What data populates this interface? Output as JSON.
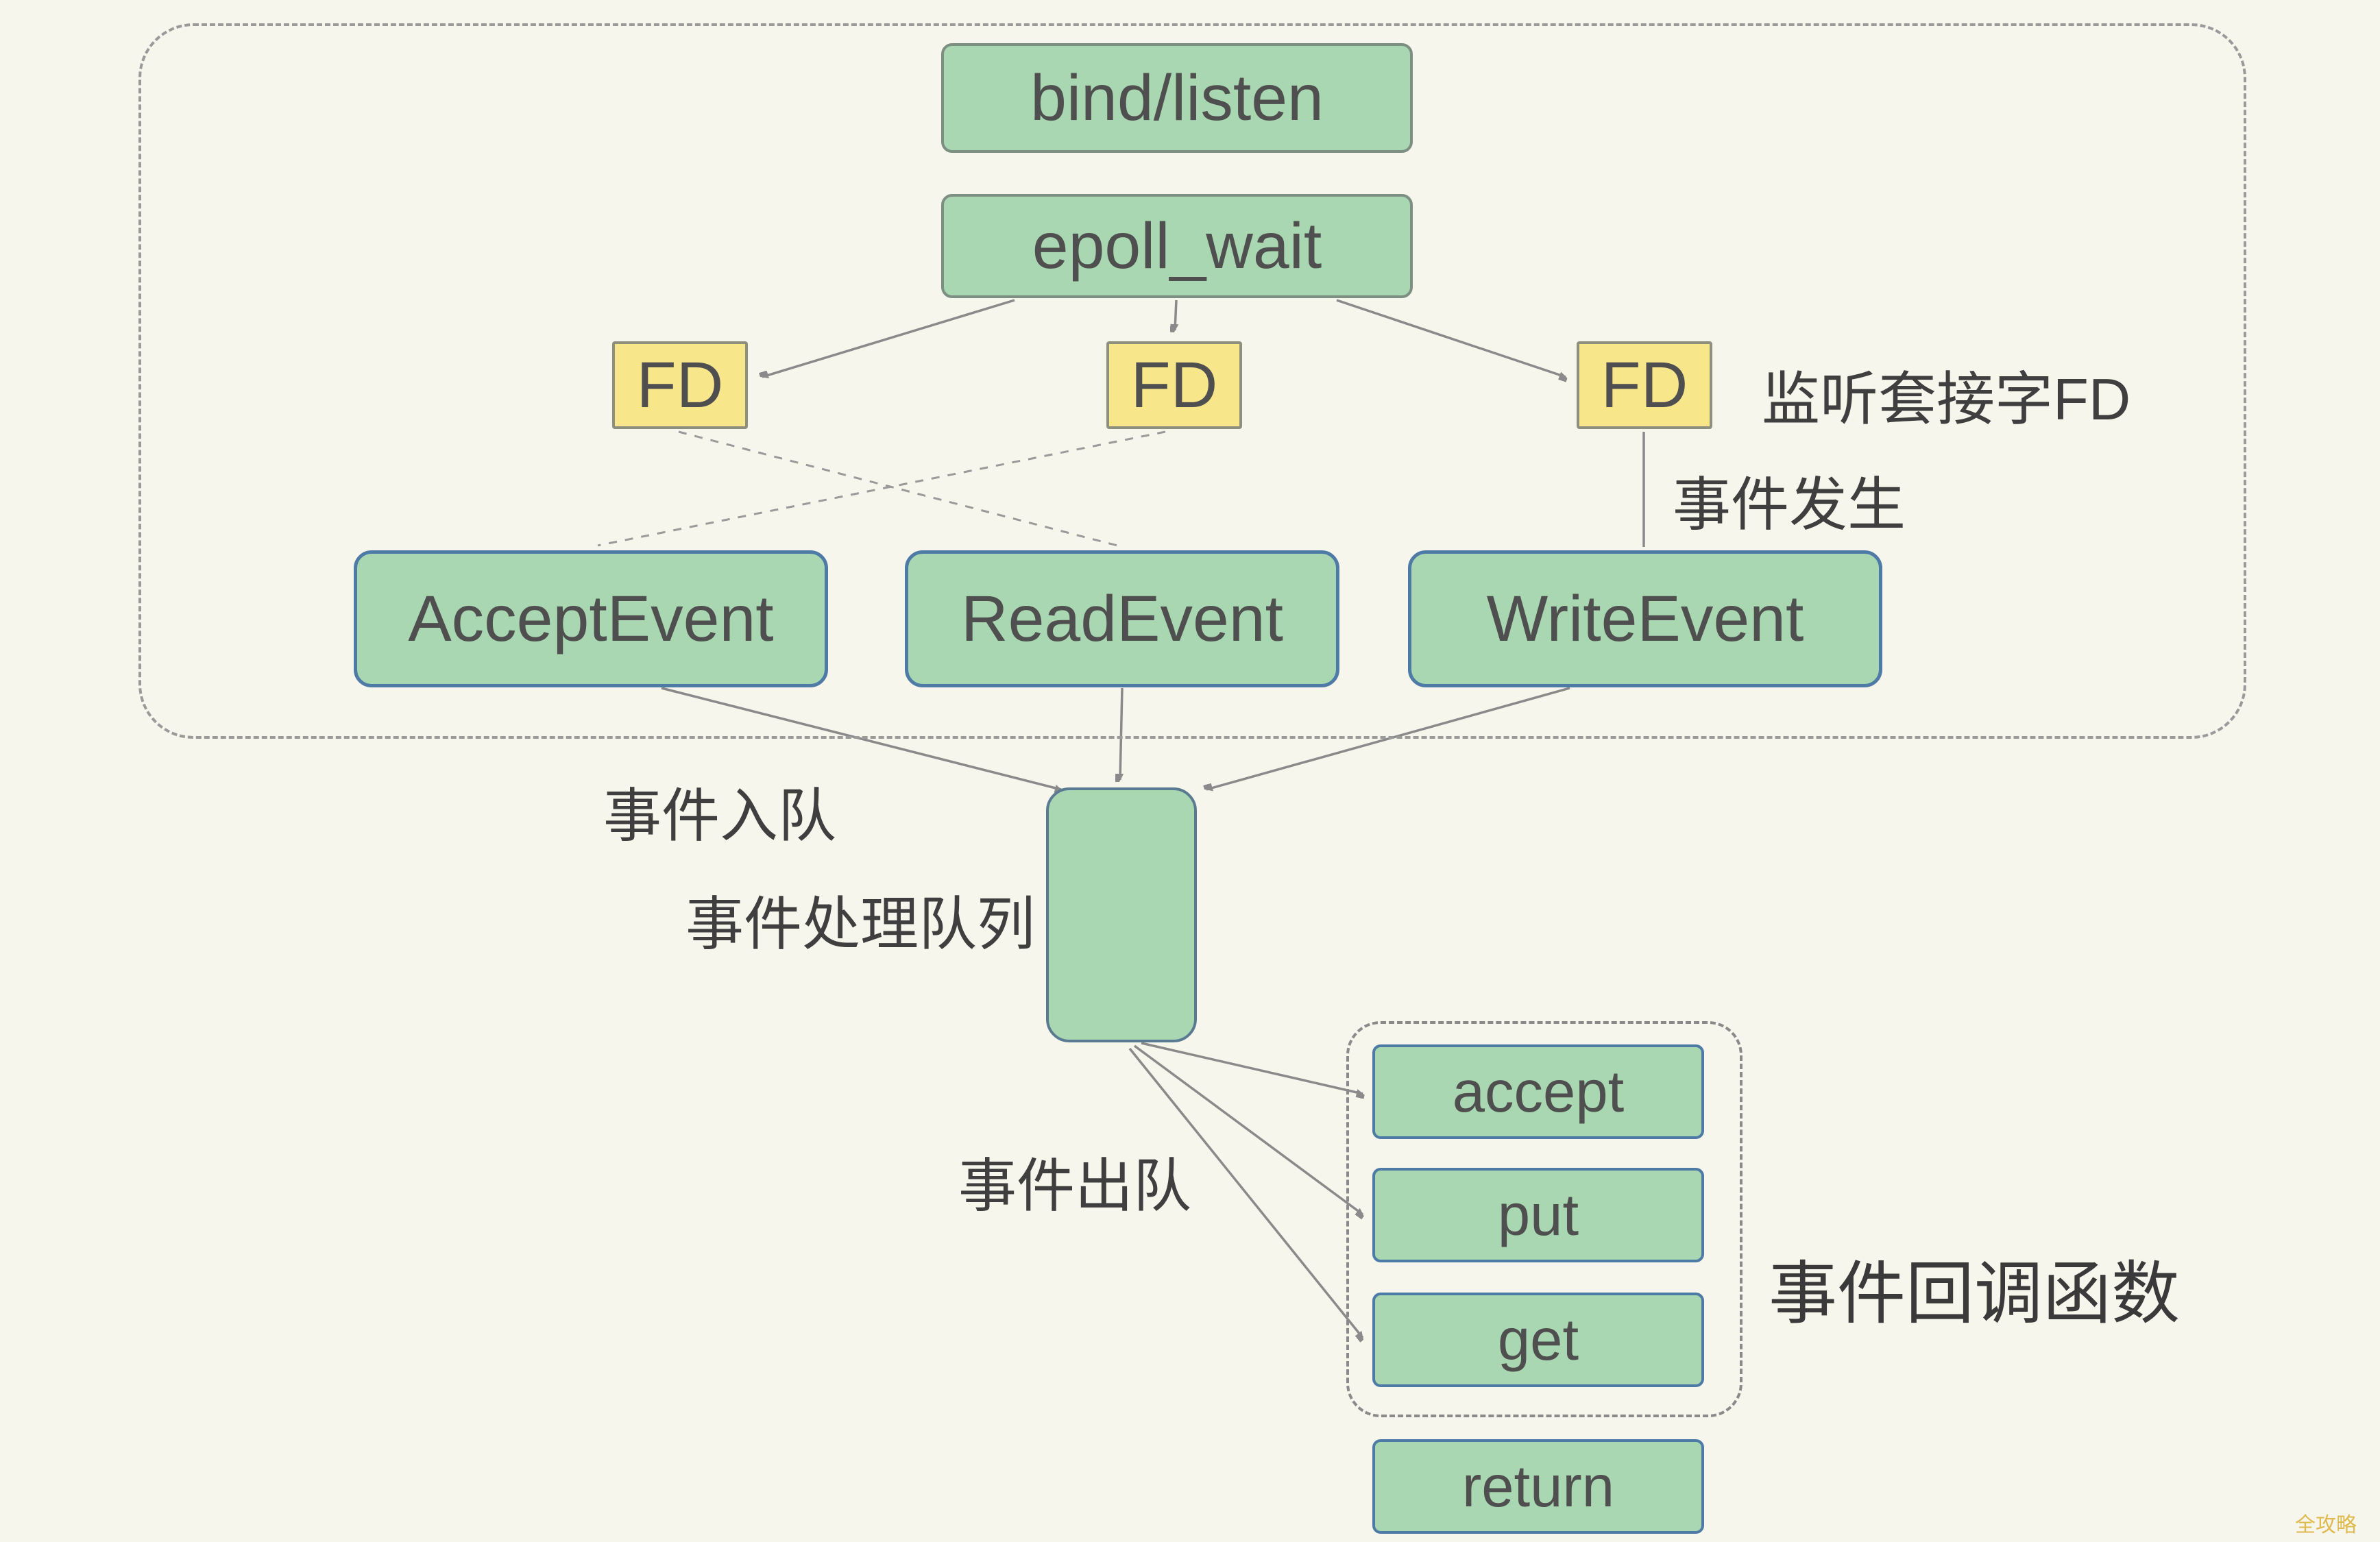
{
  "nodes": {
    "bind_listen": "bind/listen",
    "epoll_wait": "epoll_wait",
    "fd": "FD",
    "accept_event": "AcceptEvent",
    "read_event": "ReadEvent",
    "write_event": "WriteEvent",
    "accept": "accept",
    "put": "put",
    "get": "get",
    "return": "return"
  },
  "labels": {
    "listen_socket_fd": "监听套接字FD",
    "event_occur": "事件发生",
    "event_enqueue": "事件入队",
    "event_queue": "事件处理队列",
    "event_dequeue": "事件出队",
    "event_callback": "事件回调函数",
    "watermark": "全攻略"
  },
  "colors": {
    "background": "#f6f6ec",
    "node_green": "#a9d7b2",
    "node_yellow": "#f8e68a",
    "event_border": "#4e7ba6",
    "gray_border": "#7d8f82",
    "arrow": "#8a8a8a",
    "squiggle": "#dd9944",
    "text": "#4a4a4a"
  }
}
